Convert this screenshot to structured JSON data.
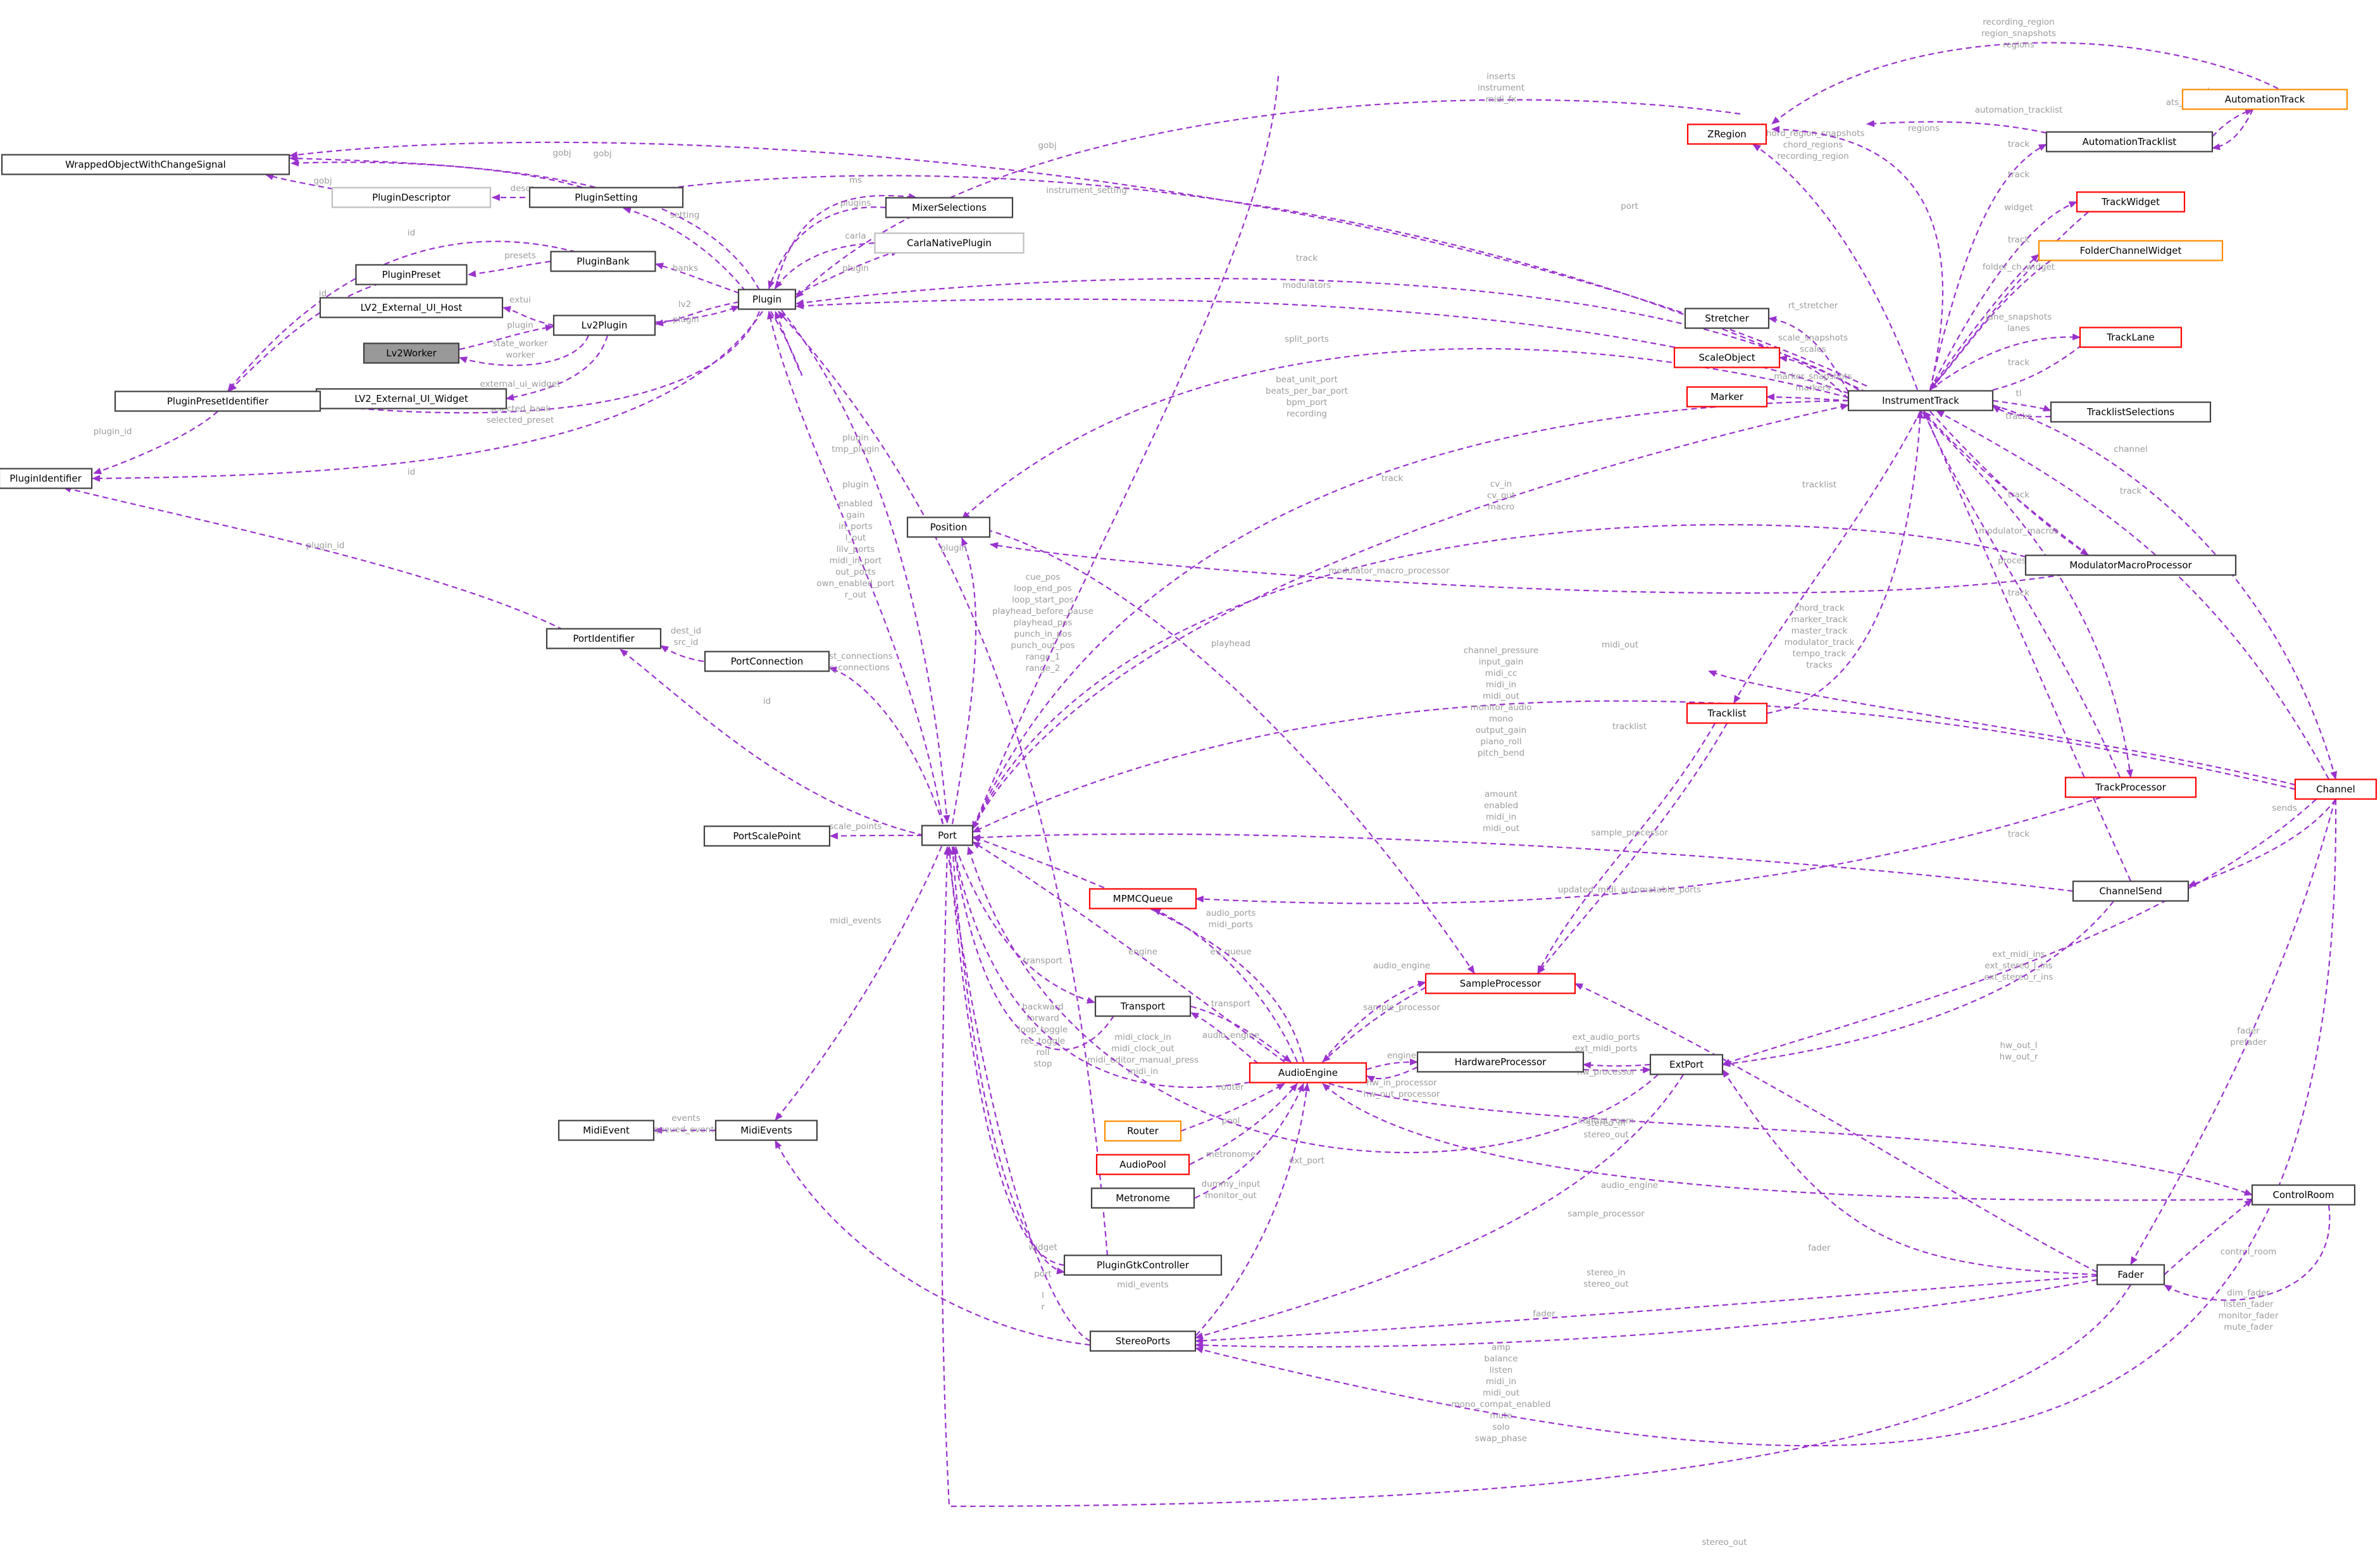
{
  "colors": {
    "edge": "#9a32cd",
    "edge_label": "#9c9c9c",
    "node_border": "#404040",
    "node_border_red": "#ff0000",
    "node_border_orange": "#ff8c00",
    "node_border_grey": "#bfbfbf",
    "node_fill_highlight": "#999999"
  },
  "nodes": [
    {
      "id": "WrappedObjectWithChangeSignal",
      "label": "WrappedObjectWithChangeSignal",
      "style": "normal"
    },
    {
      "id": "PluginDescriptor",
      "label": "PluginDescriptor",
      "style": "grey"
    },
    {
      "id": "PluginSetting",
      "label": "PluginSetting",
      "style": "normal"
    },
    {
      "id": "PluginBank",
      "label": "PluginBank",
      "style": "normal"
    },
    {
      "id": "PluginPreset",
      "label": "PluginPreset",
      "style": "normal"
    },
    {
      "id": "LV2_External_UI_Host",
      "label": "LV2_External_UI_Host",
      "style": "normal"
    },
    {
      "id": "Lv2Plugin",
      "label": "Lv2Plugin",
      "style": "normal"
    },
    {
      "id": "Lv2Worker",
      "label": "Lv2Worker",
      "style": "dark"
    },
    {
      "id": "LV2_External_UI_Widget",
      "label": "LV2_External_UI_Widget",
      "style": "normal"
    },
    {
      "id": "PluginPresetIdentifier",
      "label": "PluginPresetIdentifier",
      "style": "normal"
    },
    {
      "id": "PluginIdentifier",
      "label": "PluginIdentifier",
      "style": "normal"
    },
    {
      "id": "Plugin",
      "label": "Plugin",
      "style": "normal"
    },
    {
      "id": "MixerSelections",
      "label": "MixerSelections",
      "style": "normal"
    },
    {
      "id": "CarlaNativePlugin",
      "label": "CarlaNativePlugin",
      "style": "grey"
    },
    {
      "id": "Position",
      "label": "Position",
      "style": "normal"
    },
    {
      "id": "PortIdentifier",
      "label": "PortIdentifier",
      "style": "normal"
    },
    {
      "id": "PortConnection",
      "label": "PortConnection",
      "style": "normal"
    },
    {
      "id": "PortScalePoint",
      "label": "PortScalePoint",
      "style": "normal"
    },
    {
      "id": "Port",
      "label": "Port",
      "style": "normal"
    },
    {
      "id": "MidiEvent",
      "label": "MidiEvent",
      "style": "normal"
    },
    {
      "id": "MidiEvents",
      "label": "MidiEvents",
      "style": "normal"
    },
    {
      "id": "MPMCQueue",
      "label": "MPMCQueue",
      "style": "red"
    },
    {
      "id": "Transport",
      "label": "Transport",
      "style": "normal"
    },
    {
      "id": "AudioEngine",
      "label": "AudioEngine",
      "style": "red"
    },
    {
      "id": "Router",
      "label": "Router",
      "style": "orange"
    },
    {
      "id": "AudioPool",
      "label": "AudioPool",
      "style": "red"
    },
    {
      "id": "Metronome",
      "label": "Metronome",
      "style": "normal"
    },
    {
      "id": "PluginGtkController",
      "label": "PluginGtkController",
      "style": "normal"
    },
    {
      "id": "StereoPorts",
      "label": "StereoPorts",
      "style": "normal"
    },
    {
      "id": "SampleProcessor",
      "label": "SampleProcessor",
      "style": "red"
    },
    {
      "id": "HardwareProcessor",
      "label": "HardwareProcessor",
      "style": "normal"
    },
    {
      "id": "ExtPort",
      "label": "ExtPort",
      "style": "normal"
    },
    {
      "id": "ZRegion",
      "label": "ZRegion",
      "style": "red"
    },
    {
      "id": "AutomationTracklist",
      "label": "AutomationTracklist",
      "style": "normal"
    },
    {
      "id": "AutomationTrack",
      "label": "AutomationTrack",
      "style": "orange"
    },
    {
      "id": "TrackWidget",
      "label": "TrackWidget",
      "style": "red"
    },
    {
      "id": "FolderChannelWidget",
      "label": "FolderChannelWidget",
      "style": "orange"
    },
    {
      "id": "Stretcher",
      "label": "Stretcher",
      "style": "normal"
    },
    {
      "id": "TrackLane",
      "label": "TrackLane",
      "style": "red"
    },
    {
      "id": "ScaleObject",
      "label": "ScaleObject",
      "style": "red"
    },
    {
      "id": "Marker",
      "label": "Marker",
      "style": "red"
    },
    {
      "id": "InstrumentTrack",
      "label": "InstrumentTrack",
      "style": "normal"
    },
    {
      "id": "TracklistSelections",
      "label": "TracklistSelections",
      "style": "normal"
    },
    {
      "id": "ModulatorMacroProcessor",
      "label": "ModulatorMacroProcessor",
      "style": "normal"
    },
    {
      "id": "Tracklist",
      "label": "Tracklist",
      "style": "red"
    },
    {
      "id": "TrackProcessor",
      "label": "TrackProcessor",
      "style": "red"
    },
    {
      "id": "Channel",
      "label": "Channel",
      "style": "red"
    },
    {
      "id": "ChannelSend",
      "label": "ChannelSend",
      "style": "normal"
    },
    {
      "id": "ControlRoom",
      "label": "ControlRoom",
      "style": "normal"
    },
    {
      "id": "Fader",
      "label": "Fader",
      "style": "normal"
    }
  ],
  "edges": [
    {
      "id": "e_desc_wrap",
      "lines": [
        "gobj"
      ]
    },
    {
      "id": "e_setting_wrap",
      "lines": [
        "gobj"
      ]
    },
    {
      "id": "e_desc_setting",
      "lines": [
        "descr"
      ]
    },
    {
      "id": "e_setting_plugin",
      "lines": [
        "setting"
      ]
    },
    {
      "id": "e_bank_preset",
      "lines": [
        "presets"
      ]
    },
    {
      "id": "e_bank_plugin",
      "lines": [
        "banks"
      ]
    },
    {
      "id": "e_bank_ppi",
      "lines": [
        "id"
      ]
    },
    {
      "id": "e_preset_ppi",
      "lines": [
        "id"
      ]
    },
    {
      "id": "e_host_lv2",
      "lines": [
        "extui"
      ]
    },
    {
      "id": "e_lv2_plugin",
      "lines": [
        "lv2"
      ]
    },
    {
      "id": "e_plugin_lv2",
      "lines": [
        "plugin"
      ]
    },
    {
      "id": "e_lv2_lv2",
      "lines": [
        "plugin"
      ]
    },
    {
      "id": "e_worker_lv2",
      "lines": [
        "state_worker",
        "worker"
      ]
    },
    {
      "id": "e_widget_lv2",
      "lines": [
        "external_ui_widget"
      ]
    },
    {
      "id": "e_ppi_plugin",
      "lines": [
        "selected_bank",
        "selected_preset"
      ]
    },
    {
      "id": "e_ppi_pi",
      "lines": [
        "plugin_id"
      ]
    },
    {
      "id": "e_plugin_pi",
      "lines": [
        "id"
      ]
    },
    {
      "id": "e_mixsel_plugin",
      "lines": [
        "plugins"
      ]
    },
    {
      "id": "e_plugin_mixsel",
      "lines": [
        "ms"
      ]
    },
    {
      "id": "e_carla_plugin",
      "lines": [
        "carla"
      ]
    },
    {
      "id": "e_plugin_carla",
      "lines": [
        "plugin"
      ]
    },
    {
      "id": "e_plugin_self",
      "lines": [
        "plugin",
        "tmp_plugin"
      ]
    },
    {
      "id": "e_plugin_gobj",
      "lines": [
        "gobj"
      ]
    },
    {
      "id": "e_plugin_port_ports",
      "lines": [
        "enabled",
        "gain",
        "in_ports",
        "l_out",
        "lilv_ports",
        "midi_in_port",
        "out_ports",
        "own_enabled_port",
        "r_out"
      ]
    },
    {
      "id": "e_track_plugin",
      "lines": [
        "track"
      ]
    },
    {
      "id": "e_track_modulators",
      "lines": [
        "modulators"
      ]
    },
    {
      "id": "e_track_inserts",
      "lines": [
        "inserts",
        "instrument",
        "midi_fx"
      ]
    },
    {
      "id": "e_plugin_instrument_setting",
      "lines": [
        "instrument_setting"
      ]
    },
    {
      "id": "e_track_gobj",
      "lines": [
        "gobj"
      ]
    },
    {
      "id": "e_port_pi",
      "lines": [
        "id"
      ]
    },
    {
      "id": "e_pi_port_pi",
      "lines": [
        "plugin_id"
      ]
    },
    {
      "id": "e_conn_pi",
      "lines": [
        "dest_id",
        "src_id"
      ]
    },
    {
      "id": "e_port_conn",
      "lines": [
        "dest_connections",
        "src_connections"
      ]
    },
    {
      "id": "e_port_scale",
      "lines": [
        "scale_points"
      ]
    },
    {
      "id": "e_port_plugin",
      "lines": [
        "plugin"
      ]
    },
    {
      "id": "e_pos_port",
      "lines": [
        "cue_pos",
        "loop_end_pos",
        "loop_start_pos",
        "playhead_before_pause",
        "playhead_pos",
        "punch_in_pos",
        "punch_out_pos",
        "range_1",
        "range_2"
      ]
    },
    {
      "id": "e_pos_sample",
      "lines": [
        "playhead"
      ]
    },
    {
      "id": "e_port_midievents",
      "lines": [
        "midi_events"
      ]
    },
    {
      "id": "e_midievent_events",
      "lines": [
        "events",
        "queued_events"
      ]
    },
    {
      "id": "e_port_transport",
      "lines": [
        "transport"
      ]
    },
    {
      "id": "e_transport_ports",
      "lines": [
        "backward",
        "forward",
        "loop_toggle",
        "rec_toggle",
        "roll",
        "stop"
      ]
    },
    {
      "id": "e_engine_ports",
      "lines": [
        "midi_clock_in",
        "midi_clock_out",
        "midi_editor_manual_press",
        "midi_in"
      ]
    },
    {
      "id": "e_engine_port",
      "lines": [
        "engine"
      ]
    },
    {
      "id": "e_mpmc_engine",
      "lines": [
        "ev_queue"
      ]
    },
    {
      "id": "e_engine_audio_ports",
      "lines": [
        "audio_ports",
        "midi_ports"
      ]
    },
    {
      "id": "e_transport_engine",
      "lines": [
        "transport"
      ]
    },
    {
      "id": "e_engine_transport",
      "lines": [
        "audio_engine"
      ]
    },
    {
      "id": "e_router_engine",
      "lines": [
        "router"
      ]
    },
    {
      "id": "e_pool_engine",
      "lines": [
        "pool"
      ]
    },
    {
      "id": "e_metronome_engine",
      "lines": [
        "metronome"
      ]
    },
    {
      "id": "e_stereo_engine",
      "lines": [
        "dummy_input",
        "monitor_out"
      ]
    },
    {
      "id": "e_sample_engine",
      "lines": [
        "sample_processor"
      ]
    },
    {
      "id": "e_engine_sample",
      "lines": [
        "audio_engine"
      ]
    },
    {
      "id": "e_hw_engine",
      "lines": [
        "hw_in_processor",
        "hw_out_processor"
      ]
    },
    {
      "id": "e_engine_hw",
      "lines": [
        "engine"
      ]
    },
    {
      "id": "e_ext_hw",
      "lines": [
        "ext_audio_ports",
        "ext_midi_ports"
      ]
    },
    {
      "id": "e_hw_ext",
      "lines": [
        "hw_processor"
      ]
    },
    {
      "id": "e_extport_port",
      "lines": [
        "ext_port"
      ]
    },
    {
      "id": "e_gtk_port",
      "lines": [
        "widget"
      ]
    },
    {
      "id": "e_port_gtk",
      "lines": [
        "port"
      ]
    },
    {
      "id": "e_gtk_plugin",
      "lines": [
        "plugin"
      ]
    },
    {
      "id": "e_stereo_port",
      "lines": [
        "l",
        "r"
      ]
    },
    {
      "id": "e_stereo_midi",
      "lines": [
        "midi_events"
      ]
    },
    {
      "id": "e_stereo_in_out",
      "lines": [
        "stereo_in",
        "stereo_out"
      ]
    },
    {
      "id": "e_fader_stereo",
      "lines": [
        "stereo_in",
        "stereo_out"
      ]
    },
    {
      "id": "e_track_ports",
      "lines": [
        "beat_unit_port",
        "beats_per_bar_port",
        "bpm_port",
        "recording"
      ]
    },
    {
      "id": "e_track_port_track",
      "lines": [
        "track"
      ]
    },
    {
      "id": "e_mod_ports",
      "lines": [
        "cv_in",
        "cv_out",
        "macro"
      ]
    },
    {
      "id": "e_mod_processor",
      "lines": [
        "modulator_macro_processor"
      ]
    },
    {
      "id": "e_mod_track",
      "lines": [
        "track"
      ]
    },
    {
      "id": "e_track_mod",
      "lines": [
        "modulator_macros"
      ]
    },
    {
      "id": "e_split_ports",
      "lines": [
        "split_ports"
      ]
    },
    {
      "id": "e_track_zregion",
      "lines": [
        "recording_region",
        "region_snapshots",
        "regions"
      ]
    },
    {
      "id": "e_chord_regions",
      "lines": [
        "chord_region_snapshots",
        "chord_regions",
        "recording_region"
      ]
    },
    {
      "id": "e_zregion_regions",
      "lines": [
        "regions"
      ]
    },
    {
      "id": "e_autotrack_tracklist",
      "lines": [
        "ats",
        "ats_in_record_mode"
      ]
    },
    {
      "id": "e_at_atl",
      "lines": [
        "atl"
      ]
    },
    {
      "id": "e_atl_track",
      "lines": [
        "automation_tracklist"
      ]
    },
    {
      "id": "e_track_atl",
      "lines": [
        "track"
      ]
    },
    {
      "id": "e_trackwidget",
      "lines": [
        "widget"
      ]
    },
    {
      "id": "e_trackwidget_track",
      "lines": [
        "track"
      ]
    },
    {
      "id": "e_folder_widget",
      "lines": [
        "folder_ch_widget"
      ]
    },
    {
      "id": "e_folder_track",
      "lines": [
        "track"
      ]
    },
    {
      "id": "e_stretcher",
      "lines": [
        "rt_stretcher"
      ]
    },
    {
      "id": "e_lanes",
      "lines": [
        "lane_snapshots",
        "lanes"
      ]
    },
    {
      "id": "e_lane_track",
      "lines": [
        "track"
      ]
    },
    {
      "id": "e_scales",
      "lines": [
        "scale_snapshots",
        "scales"
      ]
    },
    {
      "id": "e_markers",
      "lines": [
        "marker_snapshots",
        "markers"
      ]
    },
    {
      "id": "e_tl_sel",
      "lines": [
        "tl"
      ]
    },
    {
      "id": "e_sel_tracks",
      "lines": [
        "tracks"
      ]
    },
    {
      "id": "e_tracklist_track",
      "lines": [
        "tracklist"
      ]
    },
    {
      "id": "e_track_tracklist",
      "lines": [
        "chord_track",
        "marker_track",
        "master_track",
        "modulator_track",
        "tempo_track",
        "tracks"
      ]
    },
    {
      "id": "e_processor",
      "lines": [
        "processor"
      ]
    },
    {
      "id": "e_processor_track",
      "lines": [
        "track"
      ]
    },
    {
      "id": "e_channel",
      "lines": [
        "channel"
      ]
    },
    {
      "id": "e_channel_track",
      "lines": [
        "track"
      ]
    },
    {
      "id": "e_channel_ports",
      "lines": [
        "channel_pressure",
        "input_gain",
        "midi_cc",
        "midi_in",
        "midi_out",
        "monitor_audio",
        "mono",
        "output_gain",
        "piano_roll",
        "pitch_bend"
      ]
    },
    {
      "id": "e_midi_out",
      "lines": [
        "midi_out"
      ]
    },
    {
      "id": "e_send_ports",
      "lines": [
        "amount",
        "enabled",
        "midi_in",
        "midi_out"
      ]
    },
    {
      "id": "e_send_track",
      "lines": [
        "track"
      ]
    },
    {
      "id": "e_sends",
      "lines": [
        "sends"
      ]
    },
    {
      "id": "e_tracklist_processor",
      "lines": [
        "tracklist"
      ]
    },
    {
      "id": "e_sample_processor",
      "lines": [
        "sample_processor"
      ]
    },
    {
      "id": "e_updated_midi",
      "lines": [
        "updated_midi_automatable_ports"
      ]
    },
    {
      "id": "e_ext_midi_ins",
      "lines": [
        "ext_midi_ins",
        "ext_stereo_l_ins",
        "ext_stereo_r_ins"
      ]
    },
    {
      "id": "e_hw_outs",
      "lines": [
        "hw_out_l",
        "hw_out_r"
      ]
    },
    {
      "id": "e_fader_prefader",
      "lines": [
        "fader",
        "prefader"
      ]
    },
    {
      "id": "e_control_room",
      "lines": [
        "control_room"
      ]
    },
    {
      "id": "e_cr_engine",
      "lines": [
        "audio_engine"
      ]
    },
    {
      "id": "e_cr_fader",
      "lines": [
        "control_room"
      ]
    },
    {
      "id": "e_cr_faders",
      "lines": [
        "dim_fader",
        "listen_fader",
        "monitor_fader",
        "mute_fader"
      ]
    },
    {
      "id": "e_fader_sp",
      "lines": [
        "sample_processor"
      ]
    },
    {
      "id": "e_fader_fader",
      "lines": [
        "fader"
      ]
    },
    {
      "id": "e_fader_ports",
      "lines": [
        "amp",
        "balance",
        "listen",
        "midi_in",
        "midi_out",
        "mono_compat_enabled",
        "mute",
        "solo",
        "swap_phase"
      ]
    },
    {
      "id": "e_fader_stereo2",
      "lines": [
        "stereo_out"
      ]
    },
    {
      "id": "e_fader_stereo3",
      "lines": [
        "fader"
      ]
    },
    {
      "id": "e_track_port_port",
      "lines": [
        "port"
      ]
    }
  ]
}
